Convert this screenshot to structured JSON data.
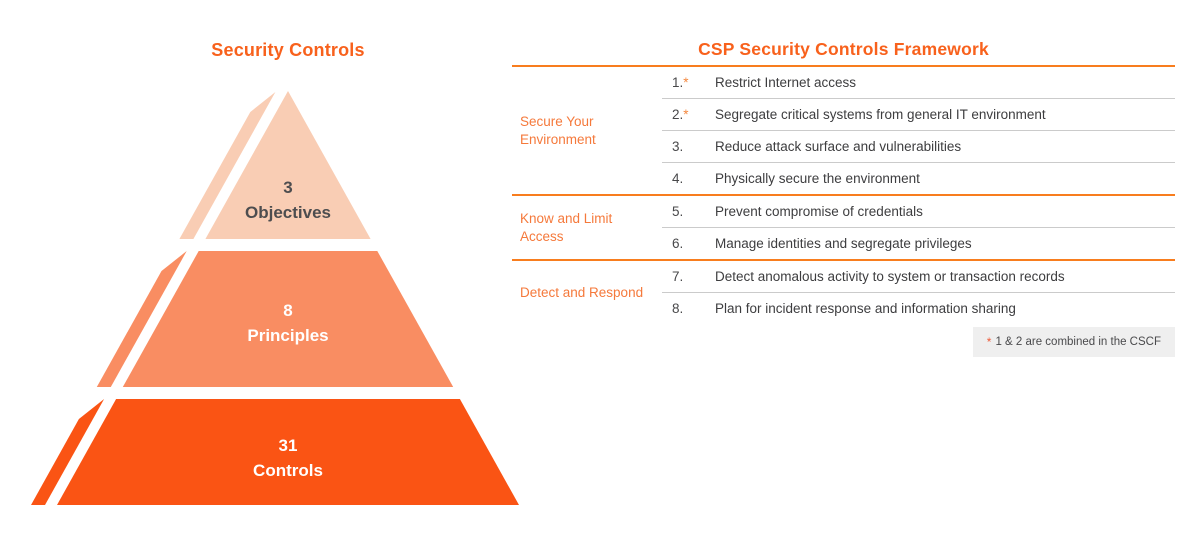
{
  "pyramid": {
    "title": "Security Controls",
    "layers": [
      {
        "count": "3",
        "label": "Objectives",
        "color": "#F9CDB4",
        "text_color": "#4D4D4F"
      },
      {
        "count": "8",
        "label": "Principles",
        "color": "#F98D62",
        "text_color": "#FFFFFF"
      },
      {
        "count": "31",
        "label": "Controls",
        "color": "#FA5414",
        "text_color": "#FFFFFF"
      }
    ]
  },
  "framework": {
    "title": "CSP Security Controls Framework",
    "groups": [
      {
        "category": "Secure Your Environment",
        "items": [
          {
            "number": "1.",
            "asterisk": "*",
            "text": "Restrict Internet access"
          },
          {
            "number": "2.",
            "asterisk": "*",
            "text": "Segregate critical systems from general IT environment"
          },
          {
            "number": "3.",
            "text": "Reduce attack surface and vulnerabilities"
          },
          {
            "number": "4.",
            "text": "Physically secure the environment"
          }
        ]
      },
      {
        "category": "Know and Limit Access",
        "items": [
          {
            "number": "5.",
            "text": "Prevent compromise of credentials"
          },
          {
            "number": "6.",
            "text": "Manage identities and segregate privileges"
          }
        ]
      },
      {
        "category": "Detect and Respond",
        "items": [
          {
            "number": "7.",
            "text": "Detect anomalous activity to system or transaction records"
          },
          {
            "number": "8.",
            "text": "Plan for incident response and information sharing"
          }
        ]
      }
    ],
    "footnote": {
      "marker": "*",
      "text": "1 & 2 are combined in the CSCF"
    }
  },
  "colors": {
    "accent_title": "#F8611C",
    "accent_rule": "#F87D1E",
    "accent_category": "#F5793B",
    "separator_gray": "#CBCBCB",
    "footnote_bg": "#EFEFEF",
    "background": "#FFFFFF"
  }
}
